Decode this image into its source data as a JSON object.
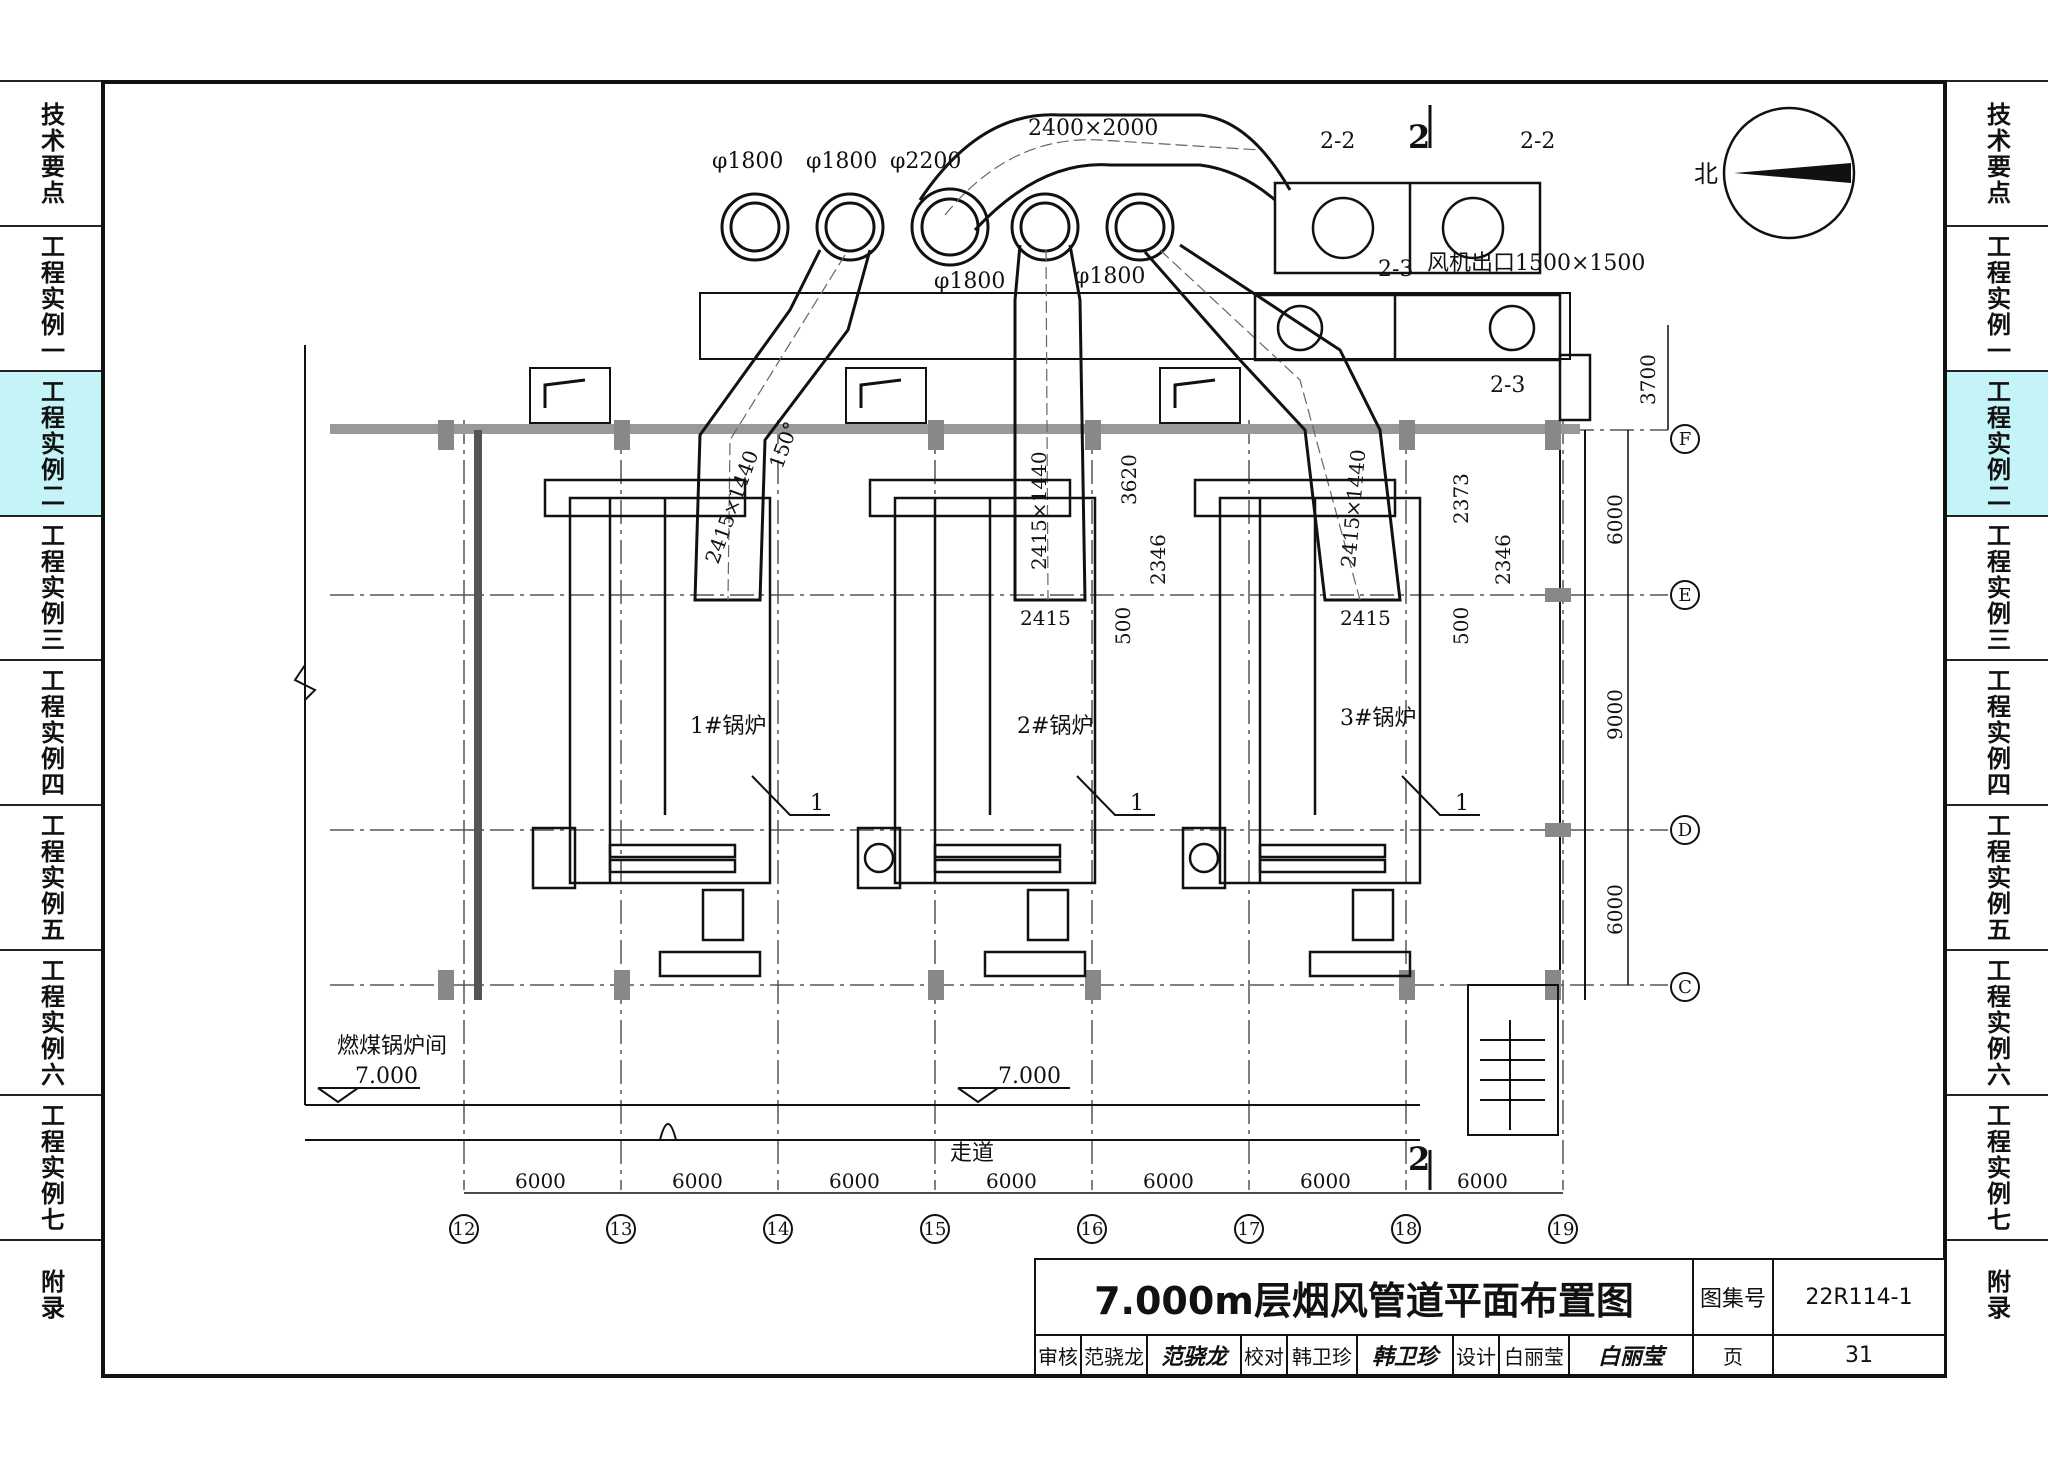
{
  "sidebar": {
    "items": [
      {
        "label": "技术要点",
        "active": false
      },
      {
        "label": "工程实例一",
        "active": false
      },
      {
        "label": "工程实例二",
        "active": true
      },
      {
        "label": "工程实例三",
        "active": false
      },
      {
        "label": "工程实例四",
        "active": false
      },
      {
        "label": "工程实例五",
        "active": false
      },
      {
        "label": "工程实例六",
        "active": false
      },
      {
        "label": "工程实例七",
        "active": false
      },
      {
        "label": "附录",
        "active": false
      }
    ]
  },
  "title_block": {
    "title": "7.000m层烟风管道平面布置图",
    "atlas_label": "图集号",
    "atlas_no": "22R114-1",
    "review_label": "审核",
    "reviewer": "范骁龙",
    "check_label": "校对",
    "checker": "韩卫珍",
    "design_label": "设计",
    "designer": "白丽莹",
    "page_label": "页",
    "page_no": "31"
  },
  "drawing": {
    "north_label": "北",
    "duct_top_size": "2400×2000",
    "fan_outlet": "风机出口1500×1500",
    "section_2": "2",
    "section_2_2": "2-2",
    "section_2_3": "2-3",
    "dim_3700": "3700",
    "chimneys": [
      "φ1800",
      "φ1800",
      "φ2200",
      "φ1800",
      "φ1800"
    ],
    "duct_size": "2415×1440",
    "angle": "150°",
    "dim_3620": "3620",
    "dim_2346": "2346",
    "dim_2373": "2373",
    "dim_2415": "2415",
    "dim_500": "500",
    "boilers": [
      "1#锅炉",
      "2#锅炉",
      "3#锅炉"
    ],
    "callout": "1",
    "coal_room": "燃煤锅炉间",
    "level": "7.000",
    "corridor": "走道",
    "bay_dim": "6000",
    "row_dims": [
      "6000",
      "9000",
      "6000"
    ],
    "axes_rows": [
      "F",
      "E",
      "D",
      "C"
    ],
    "axes_cols": [
      "12",
      "13",
      "14",
      "15",
      "16",
      "17",
      "18",
      "19"
    ]
  }
}
